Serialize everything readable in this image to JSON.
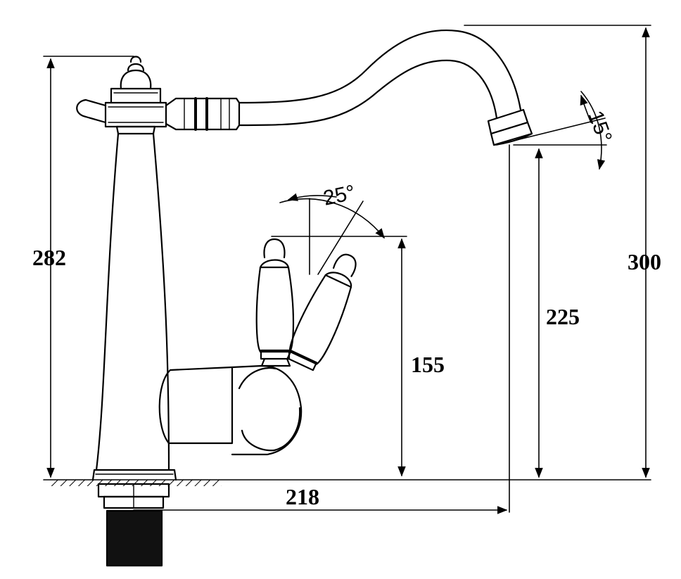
{
  "drawing": {
    "subject": "faucet-side-elevation",
    "line_color": "#000000",
    "background": "#ffffff"
  },
  "dimensions": {
    "body_height": "282",
    "spout_height": "300",
    "outlet_height": "225",
    "handle_height": "155",
    "spout_reach": "218"
  },
  "angles": {
    "handle_swing": "25°",
    "outlet_tilt": "15°"
  }
}
